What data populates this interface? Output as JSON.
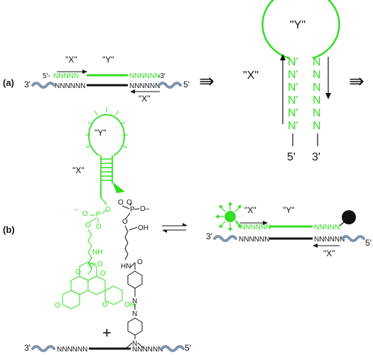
{
  "colors": {
    "green": "#33dd22",
    "black": "#111111",
    "strand_blue": "#7f93ad"
  },
  "panel_a": {
    "label": "(a)",
    "x_label": "\"X\"",
    "y_label": "\"Y\"",
    "x_label_bottom": "\"X\"",
    "five_prime_dash": "5'-",
    "three_prime_dash": "-3'",
    "three_prime": "3'",
    "five_prime": "5'",
    "top_left_seq": "NNNNN",
    "top_right_seq": "NNNNNN",
    "bottom_left_seq": "NNNNNN",
    "bottom_right_seq": "NNNNNN",
    "arrow_symbol": "⇛",
    "hairpin": {
      "loop_label": "\"Y\"",
      "stem_label": "\"X\"",
      "left_stem": [
        "N'",
        "N'",
        "N'",
        "N'",
        "N'",
        "N'"
      ],
      "right_stem": [
        "N",
        "N",
        "N",
        "N",
        "N",
        "N"
      ],
      "left_end": "5'",
      "right_end": "3'"
    }
  },
  "panel_b": {
    "label": "(b)",
    "beacon_loop_label": "\"Y\"",
    "beacon_stem_label": "\"X\"",
    "phosphate_minus_1": "–",
    "phosphate_minus_2": "O–",
    "phosphate_P1": "P",
    "phosphate_P2": "P",
    "oxygen": "O",
    "oh": "OH",
    "nh": "NH",
    "hn": "HN",
    "n": "N",
    "duplex": {
      "x_label": "\"X\"",
      "y_label": "\"Y\"",
      "x_label_bottom": "\"X\"",
      "top_left_seq": "NNNNNN",
      "top_right_seq": "NNNNN",
      "bottom_left_seq": "NNNNNN",
      "bottom_right_seq": "NNNNNN",
      "three_prime": "3'",
      "five_prime": "5'"
    },
    "plus": "+",
    "target": {
      "three_prime": "3'",
      "five_prime": "5'",
      "left_seq": "NNNNNN",
      "right_seq": "NNNNNN"
    }
  }
}
